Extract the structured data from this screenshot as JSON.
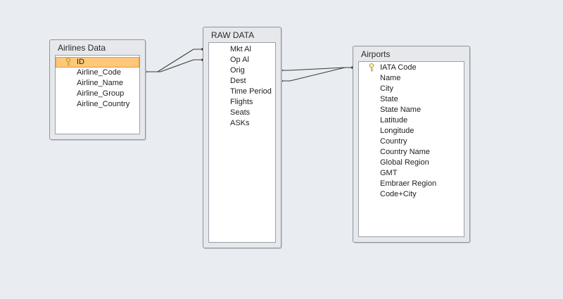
{
  "tables": {
    "airlines": {
      "title": "Airlines Data",
      "fields": [
        "ID",
        "Airline_Code",
        "Airline_Name",
        "Airline_Group",
        "Airline_Country"
      ]
    },
    "raw": {
      "title": "RAW DATA",
      "fields": [
        "Mkt Al",
        "Op Al",
        "Orig",
        "Dest",
        "Time Period",
        "Flights",
        "Seats",
        "ASKs"
      ]
    },
    "airports": {
      "title": "Airports",
      "fields": [
        "IATA Code",
        "Name",
        "City",
        "State",
        "State Name",
        "Latitude",
        "Longitude",
        "Country",
        "Country Name",
        "Global Region",
        "GMT",
        "Embraer Region",
        "Code+City"
      ]
    }
  },
  "primary_keys": {
    "airlines": "ID",
    "airports": "IATA Code"
  },
  "selected_field": "ID",
  "colors": {
    "canvas": "#e9ecf0",
    "selection": "#ffc77a",
    "relationship_line": "#3a3a3a",
    "key_icon": "#c8a23a"
  },
  "icons": {
    "primary_key": "key-icon"
  }
}
